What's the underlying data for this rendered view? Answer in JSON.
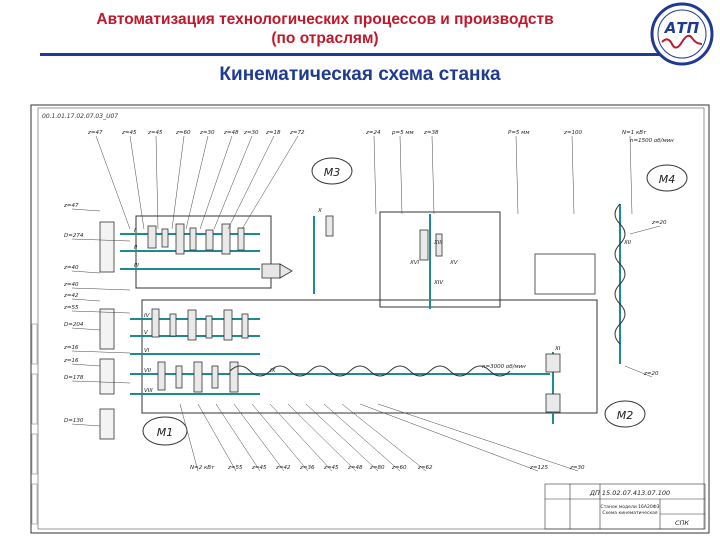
{
  "header": {
    "title_line1": "Автоматизация технологических процессов и производств",
    "title_line2": "(по отраслям)",
    "logo_text": "АТП"
  },
  "subtitle": "Кинематическая схема станка",
  "drawing": {
    "doc_code": "00.1.01.17.02.07.03_U07",
    "top_labels": [
      "z=47",
      "z=45",
      "z=45",
      "z=60",
      "z=30",
      "z=48",
      "z=30",
      "z=18",
      "z=72",
      "z=24",
      "p=5 мм",
      "z=38",
      "P=5 мм",
      "z=100",
      "N=1 кВт"
    ],
    "left_labels": [
      "z=47",
      "D=274",
      "z=40",
      "z=40",
      "z=42",
      "z=55",
      "D=204",
      "z=16",
      "z=16",
      "D=178",
      "D=130"
    ],
    "bottom_labels": [
      "N=2 кВт",
      "z=55",
      "z=45",
      "z=42",
      "z=36",
      "z=45",
      "z=48",
      "z=80",
      "z=60",
      "z=62",
      "z=125",
      "z=30"
    ],
    "motors": [
      "M1",
      "M2",
      "M3",
      "M4"
    ],
    "right_labels": [
      "z=20",
      "z=20"
    ],
    "roman_labels": [
      "I",
      "II",
      "III",
      "IV",
      "V",
      "VI",
      "VII",
      "VIII",
      "IX",
      "X",
      "XI",
      "XII",
      "XIII",
      "XIV",
      "XV",
      "XVI"
    ],
    "speed_labels": [
      "n=3000 об/мин",
      "n=1500 об/мин"
    ],
    "title_block": {
      "doc_number": "ДП 15.02.07.413.07.100",
      "name_line1": "Станок модели 16А20Ф3",
      "name_line2": "Схема кинематическая",
      "org": "СПК"
    }
  },
  "colors": {
    "header_red": "#c0182a",
    "header_blue": "#1f3a93",
    "shaft_teal": "#1f8a92",
    "line_dark": "#2b2b2b"
  }
}
